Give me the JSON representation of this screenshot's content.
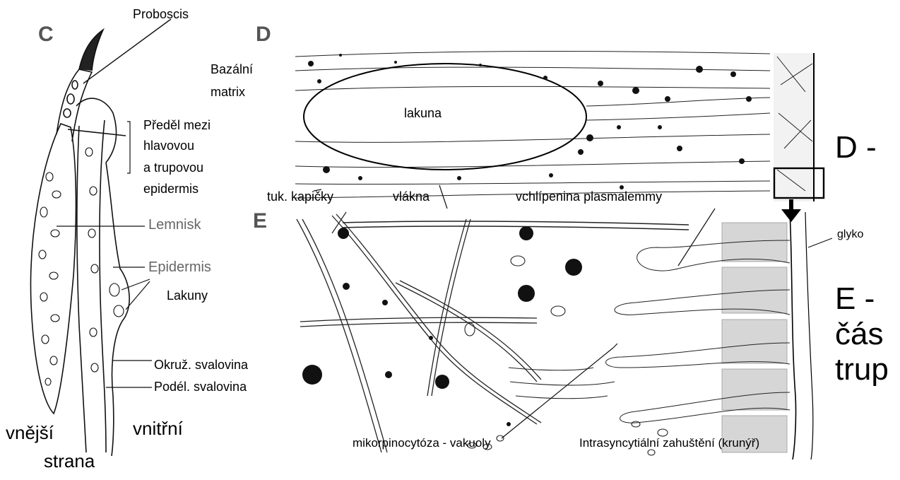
{
  "panels": {
    "c": "C",
    "d": "D",
    "e": "E"
  },
  "labels": {
    "proboscis": "Proboscis",
    "bazalni_matrix_1": "Bazální",
    "bazalni_matrix_2": "matrix",
    "predel_1": "Předěl mezi",
    "predel_2": "hlavovou",
    "predel_3": "a trupovou",
    "predel_4": "epidermis",
    "lemnisk": "Lemnisk",
    "epidermis": "Epidermis",
    "lakuny": "Lakuny",
    "okruz": "Okruž. svalovina",
    "podel": "Podél. svalovina",
    "vnejsi": "vnější",
    "vnitrni": "vnitřní",
    "strana": "strana",
    "lakuna": "lakuna",
    "tuk": "tuk. kapičky",
    "vlakna": "vlákna",
    "vchlipenina": "vchlípenina plasmalemmy",
    "glyko": "glyko",
    "mikro": "mikorpinocytóza - vakuoly",
    "intra": "Intrasyncytiální zahuštění (krunýř)"
  },
  "side_text": {
    "d_line": "D -",
    "e_line1": "E -",
    "e_line2": "čás",
    "e_line3": "trup"
  }
}
